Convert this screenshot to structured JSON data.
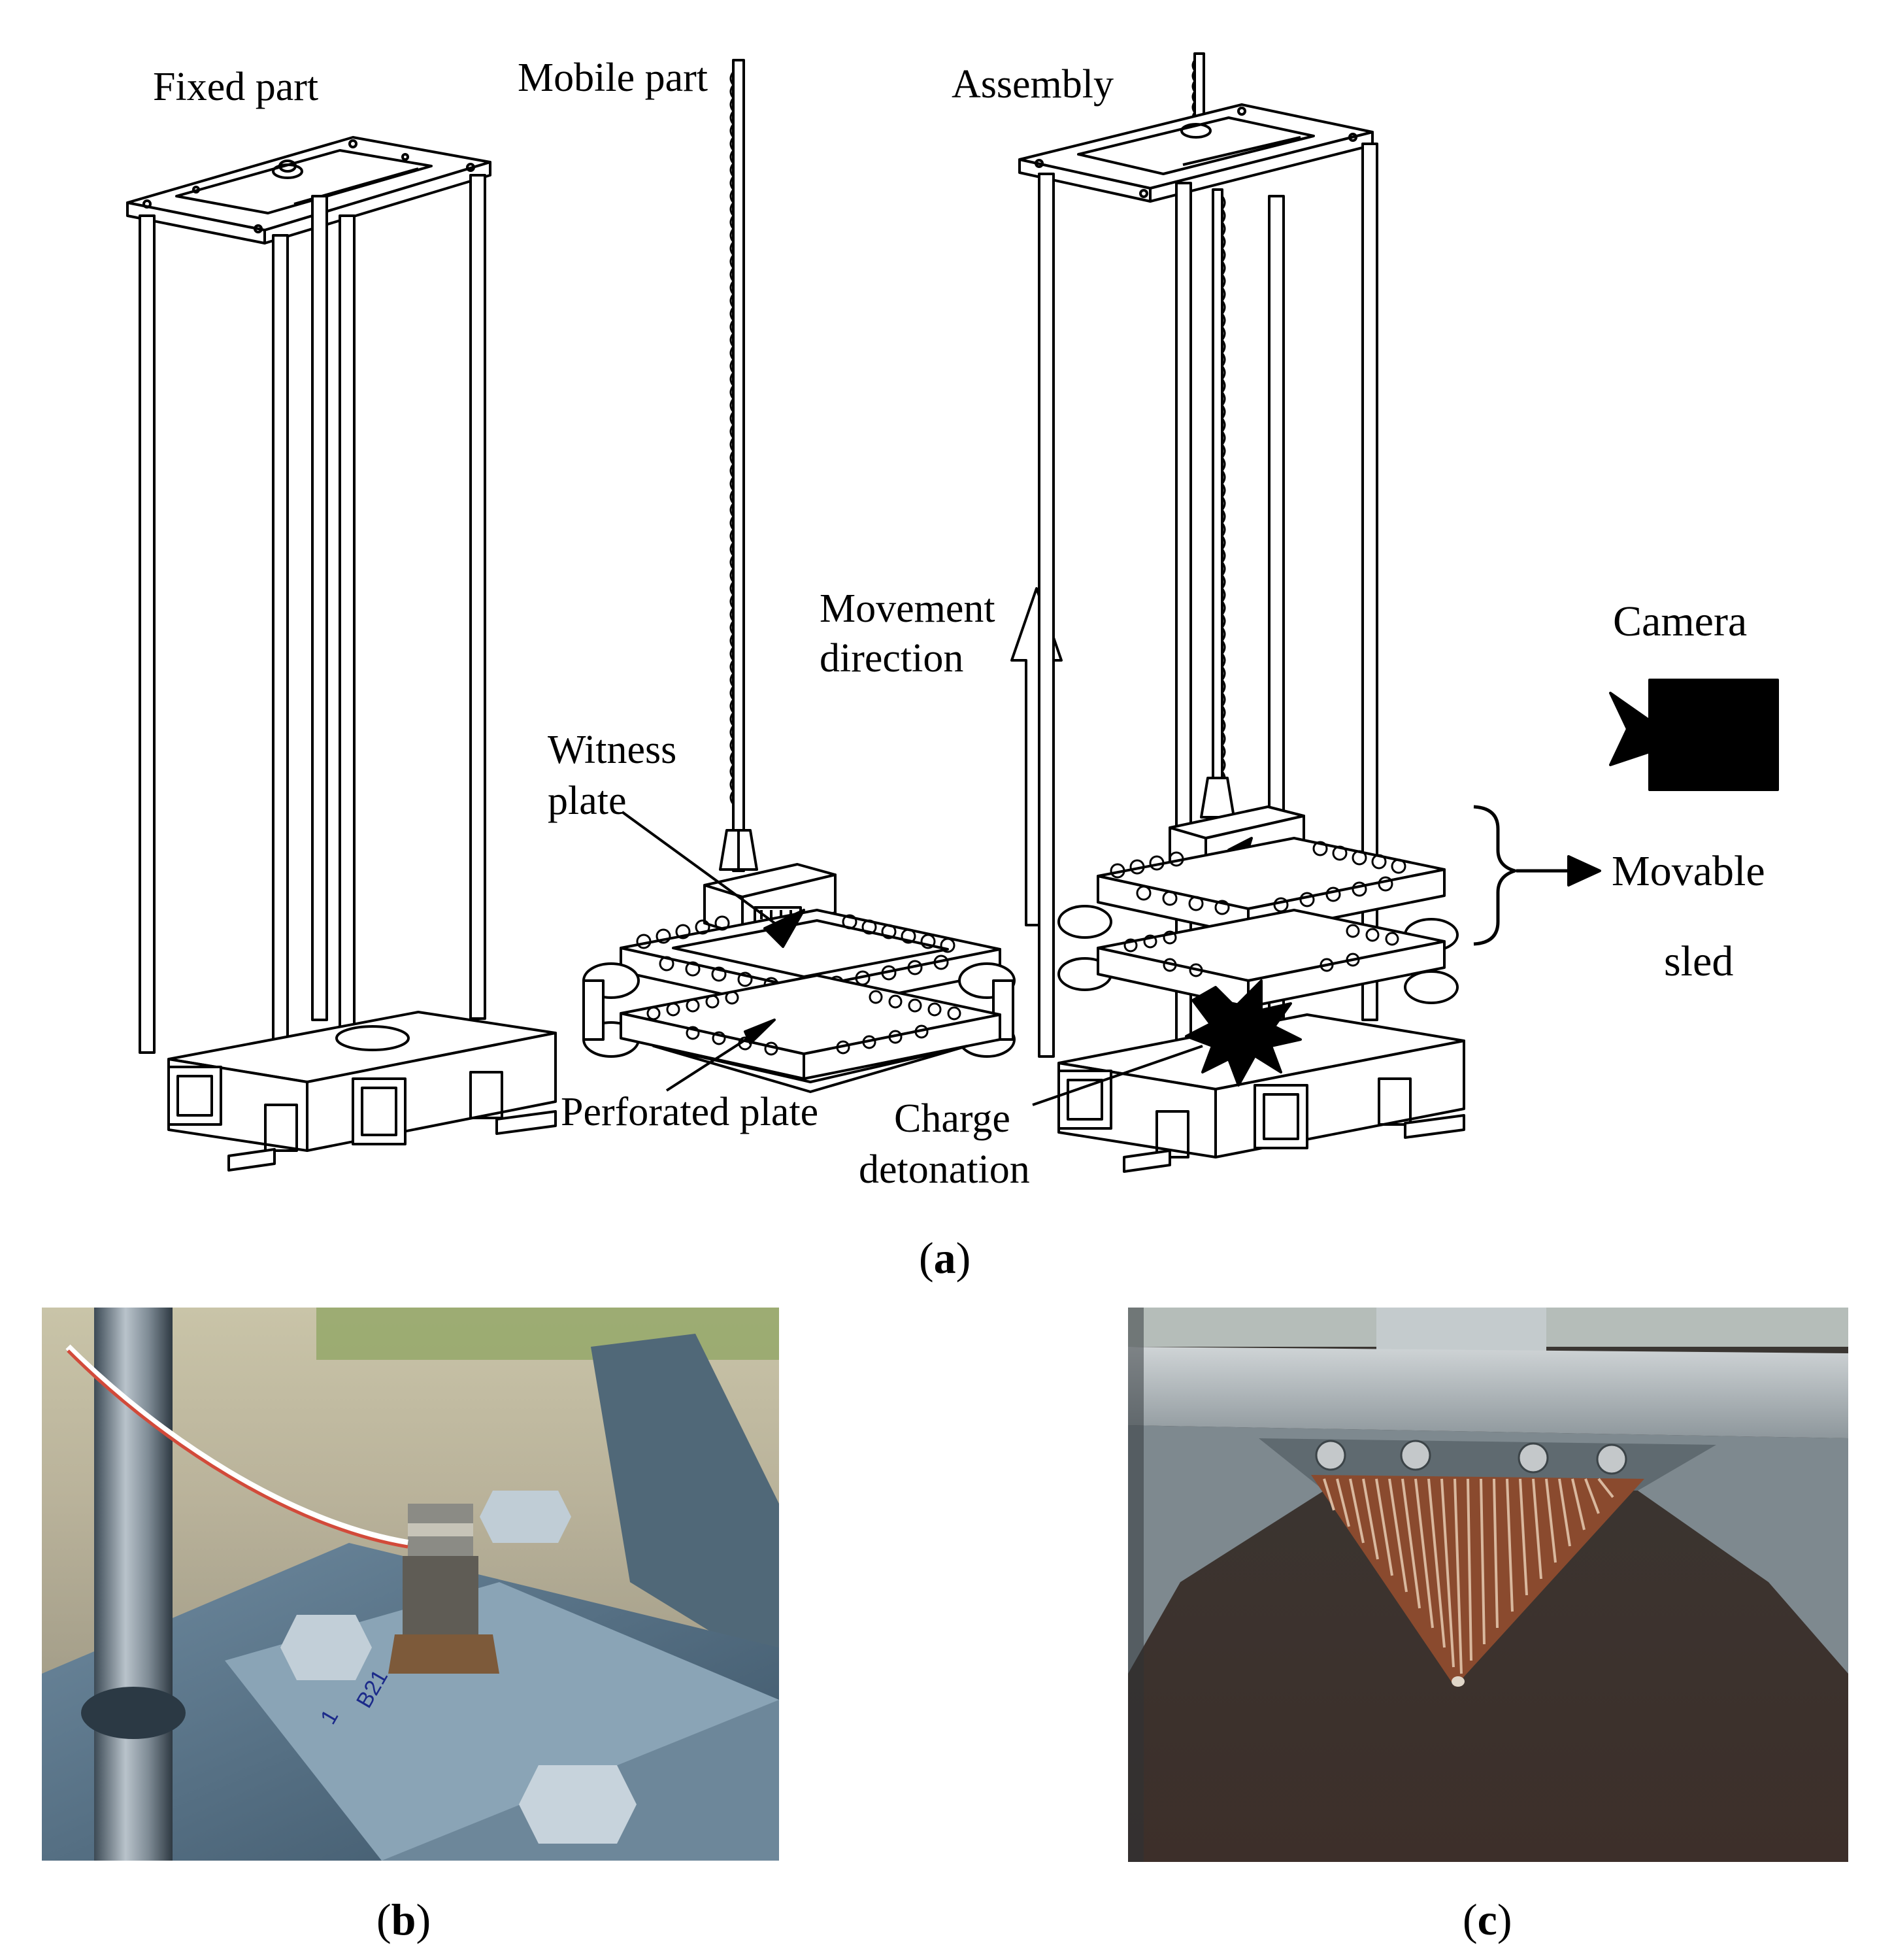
{
  "panel_a": {
    "labels": {
      "fixed_part": "Fixed part",
      "mobile_part": "Mobile part",
      "assembly": "Assembly",
      "camera": "Camera",
      "movement_line1": "Movement",
      "movement_line2": "direction",
      "witness_line1": "Witness",
      "witness_line2": "plate",
      "movable_line1": "Movable",
      "movable_line2": "sled",
      "perforated_plate": "Perforated plate",
      "charge_line1": "Charge",
      "charge_line2": "detonation"
    },
    "caption": {
      "open": "(",
      "letter": "a",
      "close": ")"
    }
  },
  "panel_b": {
    "caption": {
      "open": "(",
      "letter": "b",
      "close": ")"
    },
    "marking_1": "B21",
    "marking_2": "1"
  },
  "panel_c": {
    "caption": {
      "open": "(",
      "letter": "c",
      "close": ")"
    }
  },
  "colors": {
    "line": "#000000",
    "background": "#ffffff",
    "frame_fill": "#ffffff",
    "photo_b_metal": "#4f6f85",
    "photo_c_plate": "#a9b3b8"
  },
  "icons": [
    "camera-icon",
    "explosion-icon",
    "up-arrow-icon",
    "curly-brace-icon"
  ]
}
